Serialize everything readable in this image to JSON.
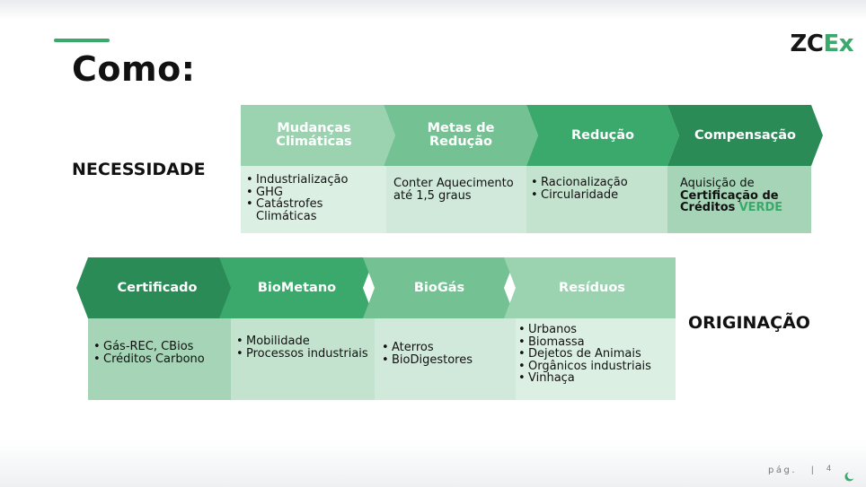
{
  "slide": {
    "title": "Como:",
    "logo": {
      "part1": "ZC",
      "part2": "Ex"
    },
    "colors": {
      "green": "#3aa96b",
      "dark_green": "#2a8b57",
      "light_green": "#9bd3b1",
      "cell_light": "#dcefe3",
      "cell_mid": "#bfe0cc",
      "cell_dark": "#a6d4b7"
    }
  },
  "necessidade": {
    "label": "NECESSIDADE",
    "headers": [
      "Mudanças Climáticas",
      "Metas de Redução",
      "Redução",
      "Compensação"
    ],
    "col1": [
      "Industrialização",
      "GHG",
      "Catástrofes Climáticas"
    ],
    "col2": "Conter Aquecimento até 1,5 graus",
    "col3": [
      "Racionalização",
      "Circularidade"
    ],
    "col4": {
      "line1": "Aquisição de",
      "line2": "Certificação de",
      "line3a": "Créditos",
      "line3b": "VERDE"
    }
  },
  "originacao": {
    "label": "ORIGINAÇÃO",
    "headers": [
      "Certificado",
      "BioMetano",
      "BioGás",
      "Resíduos"
    ],
    "col1": [
      "Gás-REC, CBios",
      "Créditos Carbono"
    ],
    "col2": [
      "Mobilidade",
      "Processos industriais"
    ],
    "col3": [
      "Aterros",
      "BioDigestores"
    ],
    "col4": [
      "Urbanos",
      "Biomassa",
      "Dejetos de Animais",
      "Orgânicos industriais",
      "Vinhaça"
    ]
  },
  "footer": {
    "page_label": "pág.",
    "separator": "|",
    "page_number": "4",
    "icon": "crescent-moon-icon"
  }
}
